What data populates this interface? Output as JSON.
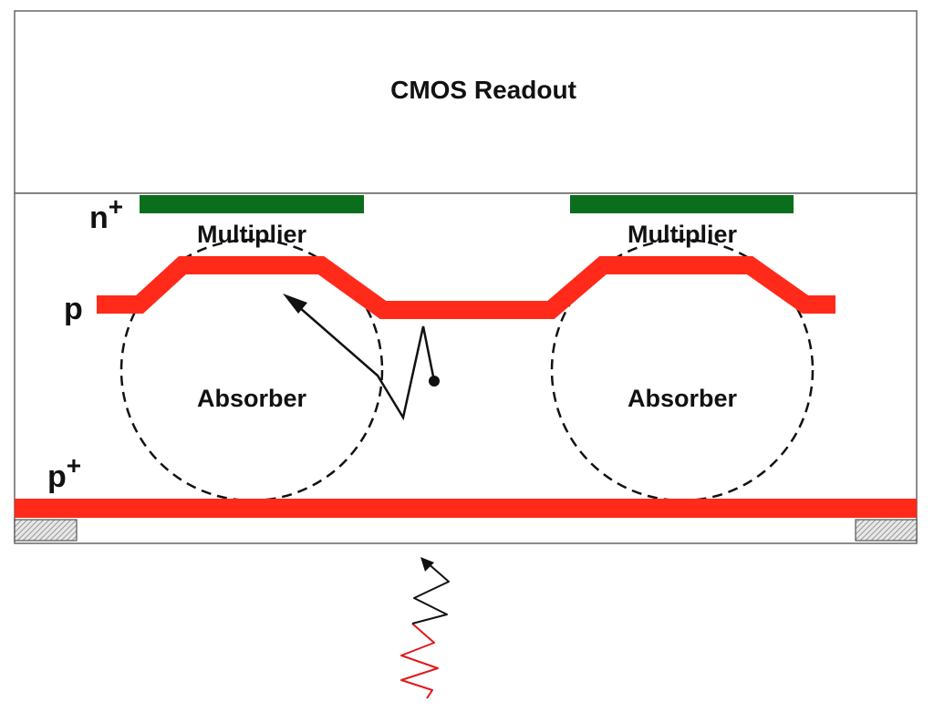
{
  "title": "",
  "readout": {
    "label": "CMOS Readout"
  },
  "layers": {
    "n_plus": {
      "label": "n+",
      "base": "n",
      "sup": "+"
    },
    "p": {
      "label": "p"
    },
    "p_plus": {
      "label": "p+",
      "base": "p",
      "sup": "+"
    }
  },
  "pixels": [
    {
      "multiplier_label": "Multiplier",
      "absorber_label": "Absorber"
    },
    {
      "multiplier_label": "Multiplier",
      "absorber_label": "Absorber"
    }
  ],
  "colors": {
    "implant_red": "#ff2a1a",
    "contact_green": "#0b6e1c",
    "outline": "#555555",
    "photon_red": "#e0191a",
    "photon_black": "#111111"
  },
  "icons": {
    "carrier_path": "zigzag-arrow-icon",
    "photon": "photon-wave-icon"
  }
}
